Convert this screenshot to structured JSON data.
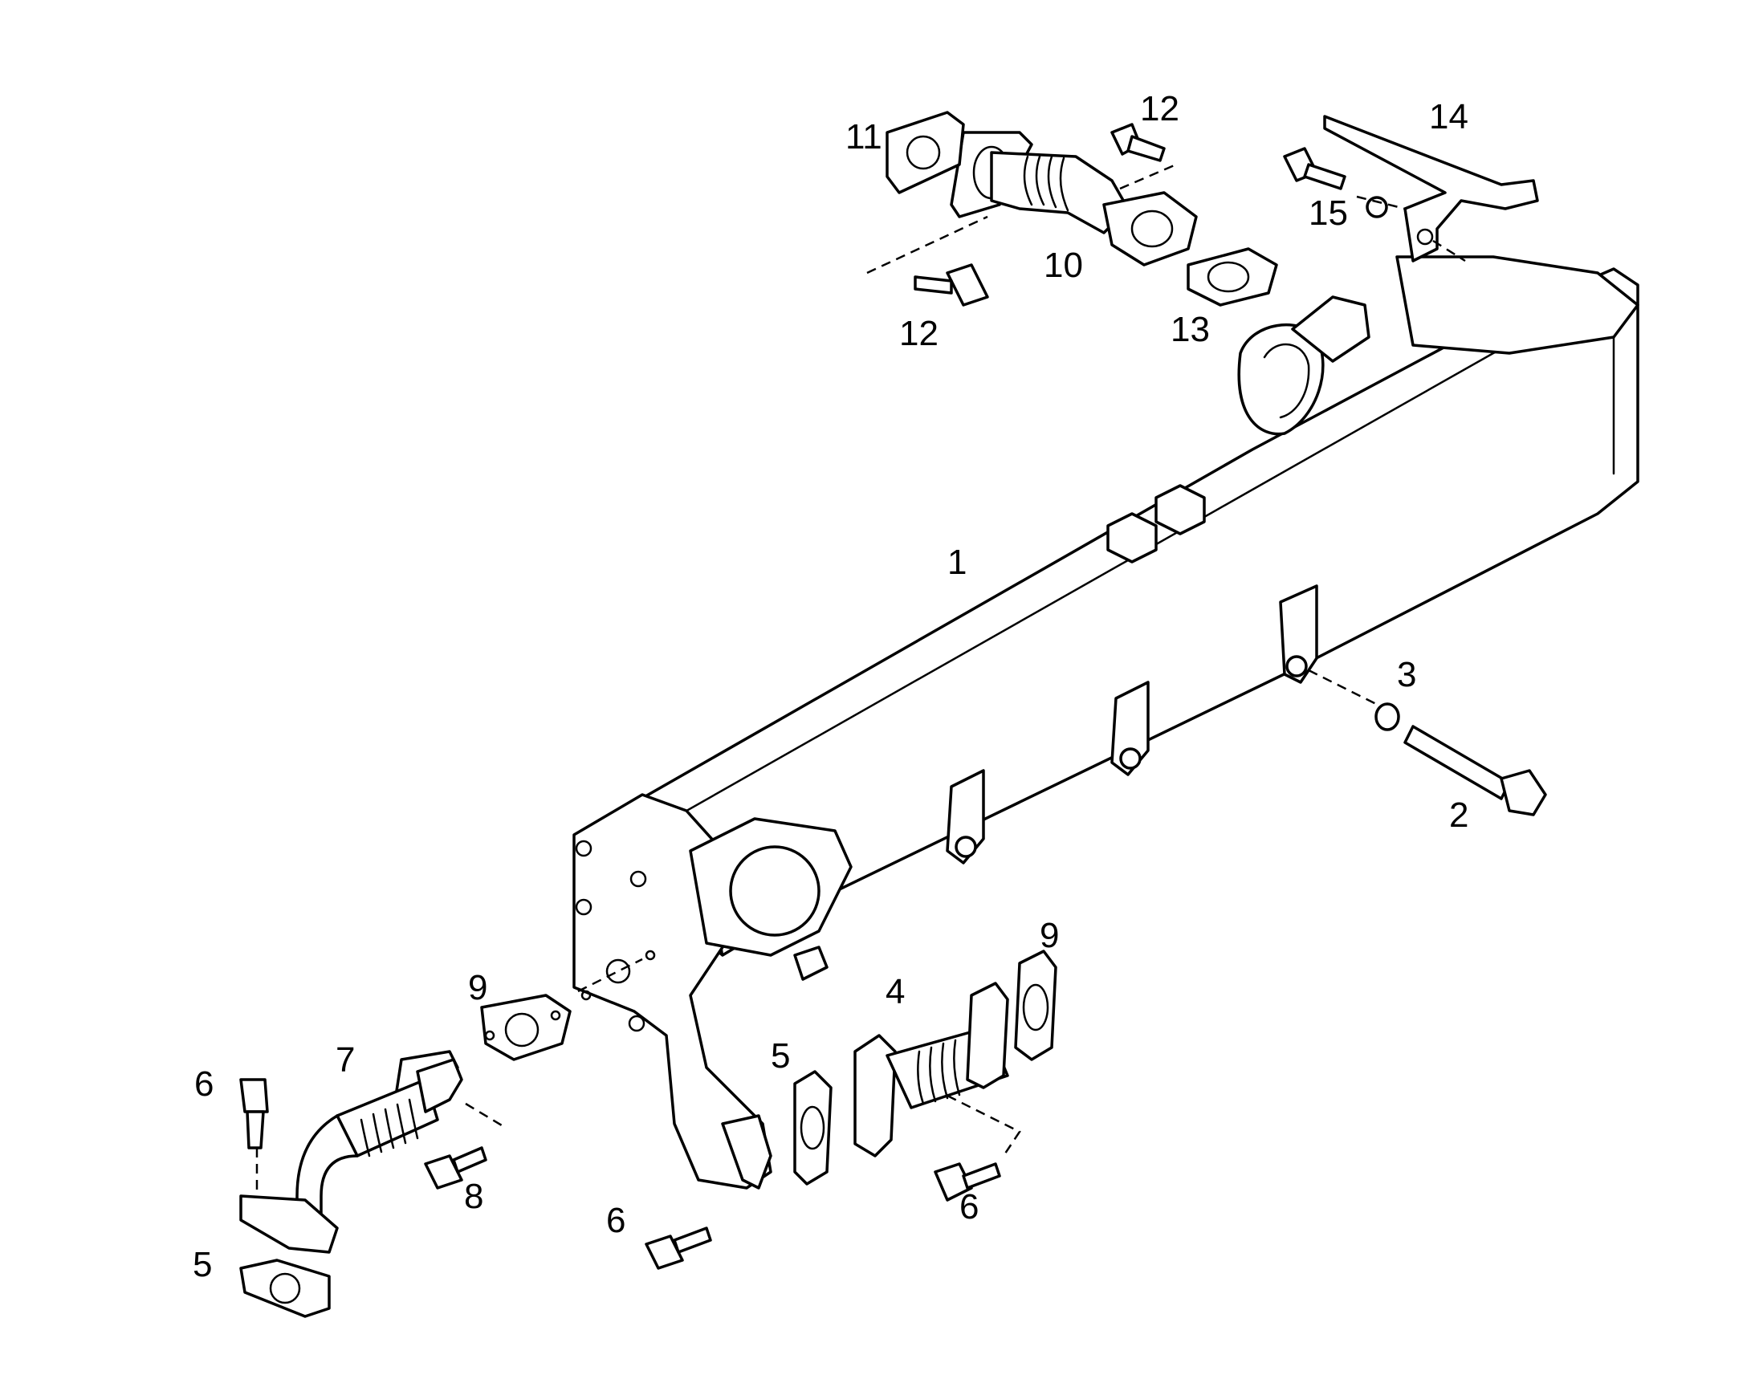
{
  "diagram": {
    "type": "exploded parts diagram",
    "line_color": "#000000",
    "background": "#ffffff",
    "callouts": {
      "c1": "1",
      "c2": "2",
      "c3": "3",
      "c4": "4",
      "c5a": "5",
      "c5b": "5",
      "c6a": "6",
      "c6b": "6",
      "c6c": "6",
      "c7": "7",
      "c8": "8",
      "c9a": "9",
      "c9b": "9",
      "c10": "10",
      "c11": "11",
      "c12a": "12",
      "c12b": "12",
      "c13": "13",
      "c14": "14",
      "c15": "15"
    }
  }
}
